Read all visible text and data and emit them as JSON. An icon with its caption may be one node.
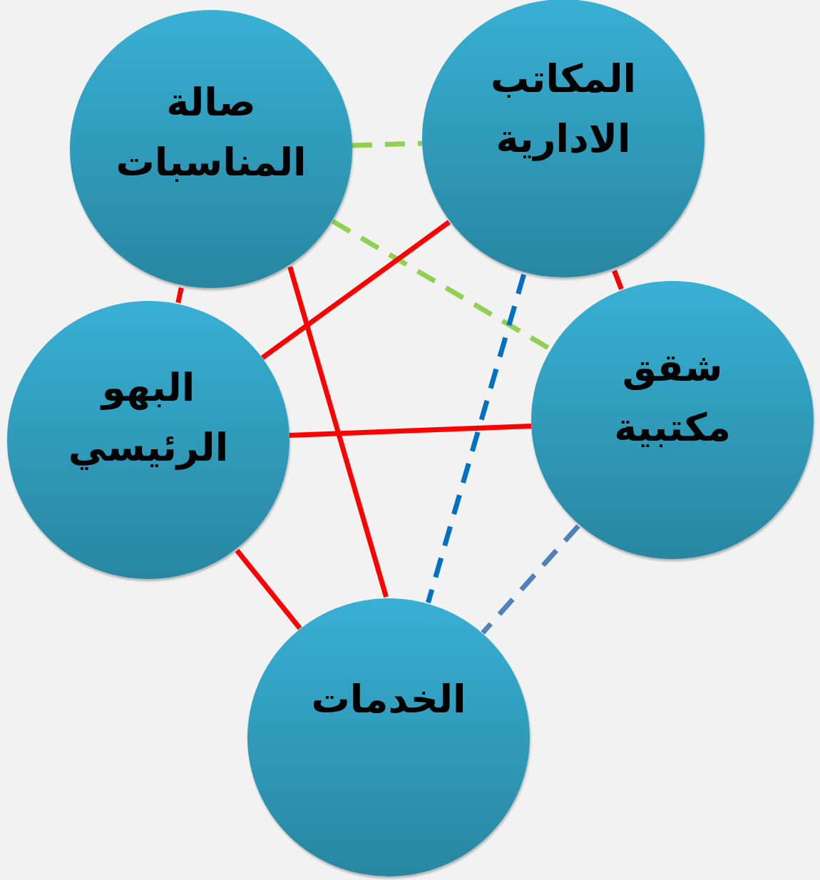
{
  "diagram": {
    "nodes": [
      {
        "text": [
          "صالة المناسبات"
        ]
      },
      {
        "text": [
          "المكاتب الادارية"
        ]
      },
      {
        "text": [
          "البهو الرئيسي"
        ]
      },
      {
        "text": [
          "شقق مكتبية"
        ]
      },
      {
        "text": [
          "الخدمات"
        ]
      }
    ],
    "edges": [
      {
        "from": 0,
        "to": 1,
        "arrow": "none",
        "style": "dashed",
        "color": "#92d050"
      },
      {
        "from": 0,
        "to": 2,
        "arrow": "none"
      },
      {
        "from": 0,
        "to": 4,
        "arrow": "none"
      },
      {
        "from": 0,
        "to": 3,
        "arrow": "none",
        "style": "dashed",
        "color": "#92d050"
      },
      {
        "from": 1,
        "to": 2,
        "arrow": "none"
      },
      {
        "from": 1,
        "to": 3,
        "arrow": "none"
      },
      {
        "from": 1,
        "to": 4,
        "arrow": "none",
        "style": "dashed",
        "color": "#0070c0"
      },
      {
        "from": 2,
        "to": 3,
        "arrow": "none"
      },
      {
        "from": 2,
        "to": 4,
        "arrow": "none"
      },
      {
        "from": 3,
        "to": 4,
        "arrow": "none",
        "style": "dashed",
        "color": "#4f81bd"
      }
    ]
  }
}
